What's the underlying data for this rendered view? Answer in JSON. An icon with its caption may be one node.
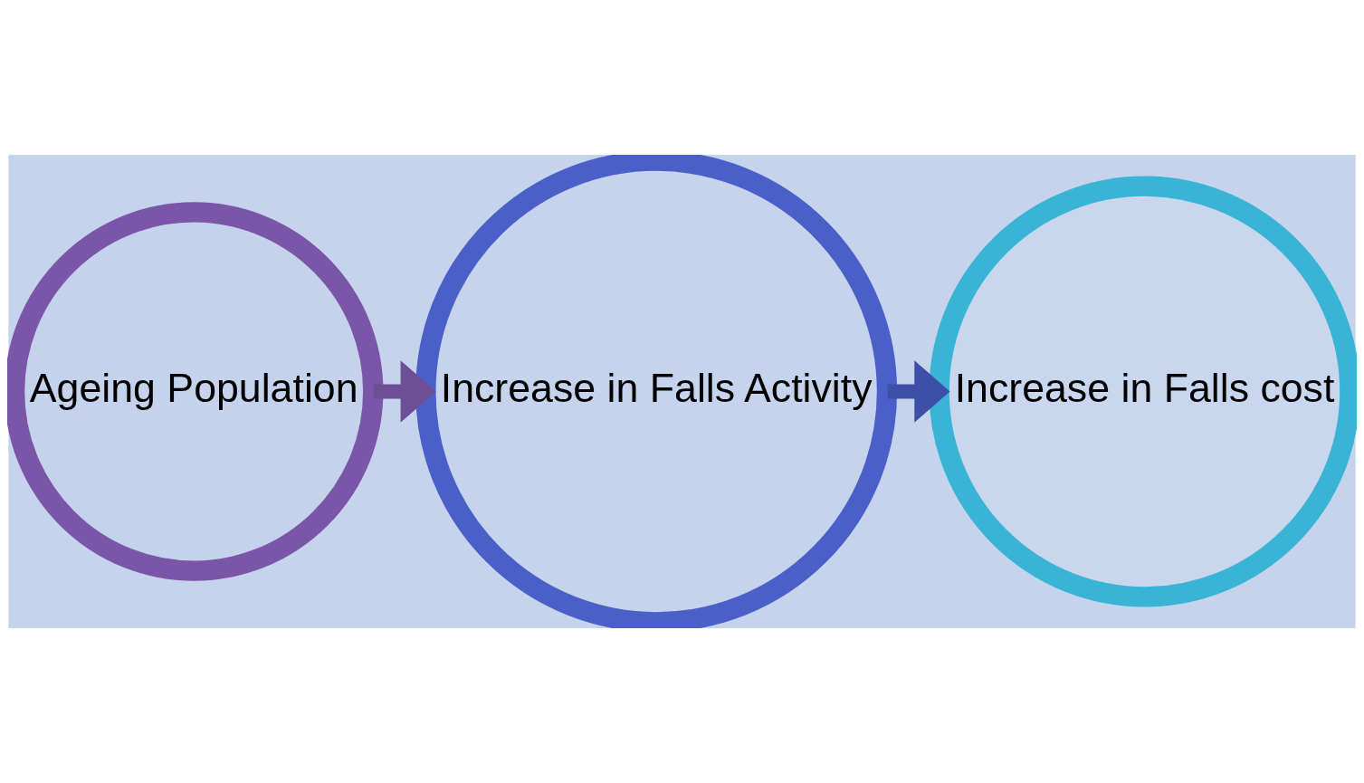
{
  "diagram": {
    "nodes": [
      {
        "text": [
          "Ageing Population"
        ]
      },
      {
        "text": [
          "Increase in Falls Activity"
        ]
      },
      {
        "text": [
          "Increase in Falls cost"
        ]
      }
    ],
    "edges": [
      {
        "from": 0,
        "to": 1,
        "arrow": "to",
        "color": "#6e4f96"
      },
      {
        "from": 1,
        "to": 2,
        "arrow": "to",
        "color": "#3e4fa8"
      }
    ]
  }
}
